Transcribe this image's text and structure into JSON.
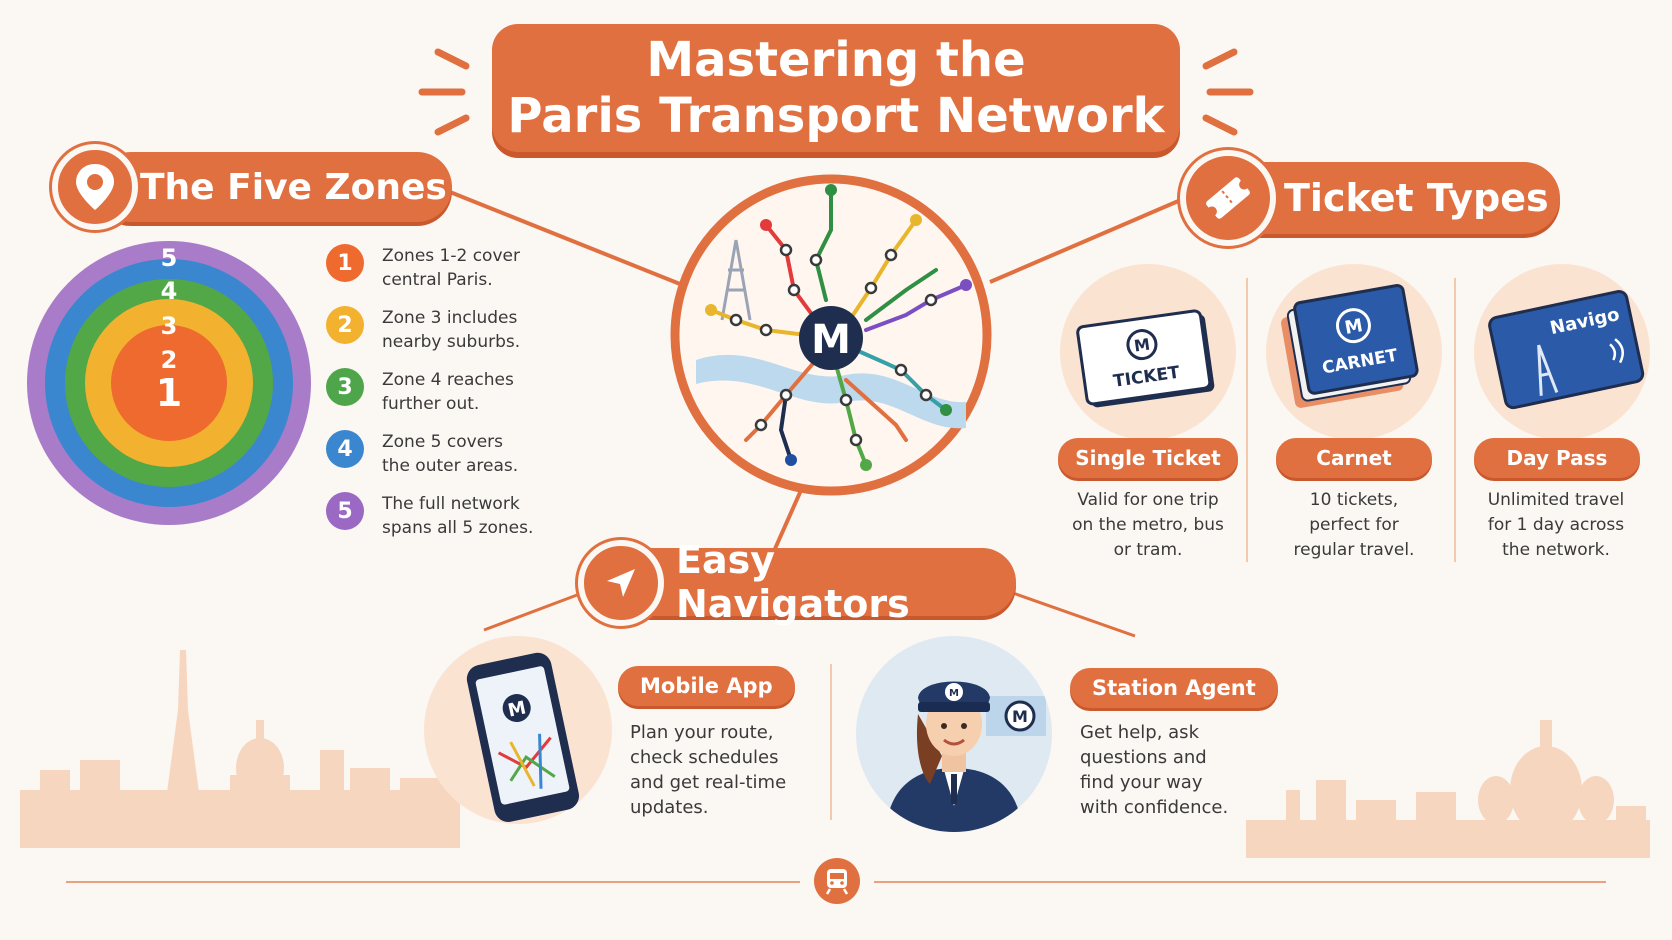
{
  "title": {
    "line1": "Mastering the",
    "line2": "Paris Transport Network"
  },
  "zones": {
    "heading": "The Five Zones",
    "ring_labels": [
      "5",
      "4",
      "3",
      "2",
      "1"
    ],
    "items": [
      {
        "num": "1",
        "line1": "Zones 1-2 cover",
        "line2": "central Paris.",
        "color": "#ef6a2e"
      },
      {
        "num": "2",
        "line1": "Zone 3 includes",
        "line2": "nearby suburbs.",
        "color": "#f2b230"
      },
      {
        "num": "3",
        "line1": "Zone 4 reaches",
        "line2": "further out.",
        "color": "#4fa64a"
      },
      {
        "num": "4",
        "line1": "Zone 5 covers",
        "line2": "the outer areas.",
        "color": "#3a87d0"
      },
      {
        "num": "5",
        "line1": "The full network",
        "line2": "spans all 5 zones.",
        "color": "#9b68c4"
      }
    ]
  },
  "hub": {
    "metro_letter": "M"
  },
  "tickets": {
    "heading": "Ticket Types",
    "items": [
      {
        "label": "Single Ticket",
        "card_text": "TICKET",
        "line1": "Valid for one trip",
        "line2": "on the metro, bus",
        "line3": "or tram."
      },
      {
        "label": "Carnet",
        "card_text": "CARNET",
        "line1": "10 tickets,",
        "line2": "perfect for",
        "line3": "regular travel."
      },
      {
        "label": "Day Pass",
        "card_text": "Navigo",
        "line1": "Unlimited travel",
        "line2": "for 1 day across",
        "line3": "the network."
      }
    ]
  },
  "navigators": {
    "heading": "Easy Navigators",
    "app": {
      "label": "Mobile App",
      "lines": [
        "Plan your route,",
        "check schedules",
        "and get real-time",
        "updates."
      ]
    },
    "agent": {
      "label": "Station Agent",
      "lines": [
        "Get help, ask",
        "questions and",
        "find your way",
        "with confidence."
      ]
    }
  },
  "colors": {
    "accent": "#e0703f",
    "navy": "#1f2e4f",
    "background": "#fbf7f3"
  },
  "icons": [
    "location-pin-icon",
    "ticket-icon",
    "navigation-arrow-icon",
    "train-icon"
  ]
}
